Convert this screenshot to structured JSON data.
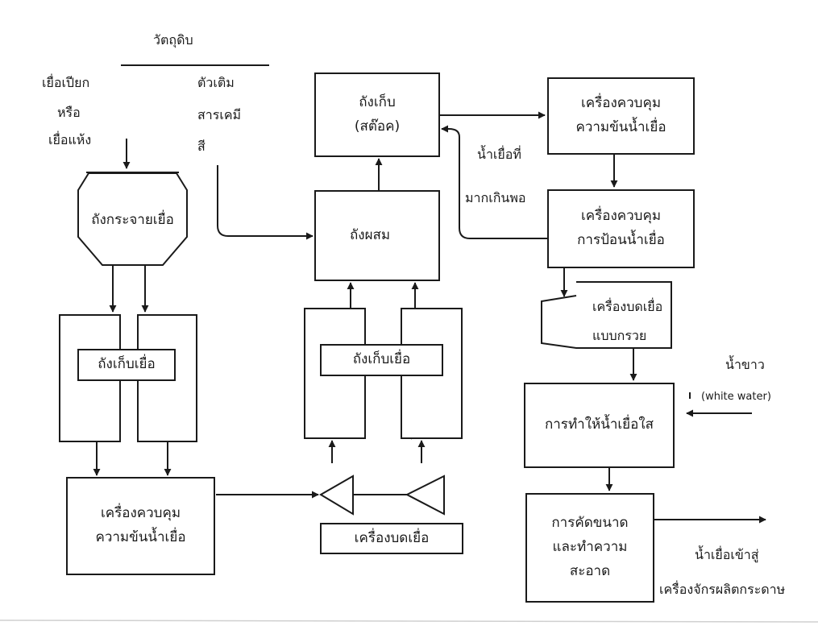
{
  "raw_material": {
    "title": "วัตถุดิบ",
    "wet_pulp": "เยื่อเปียก",
    "or": "หรือ",
    "dry_pulp": "เยื่อแห้ง",
    "filler": "ตัวเติม",
    "chemicals": "สารเคมี",
    "dye": "สี"
  },
  "pulper": "ถังกระจายเยื่อ",
  "storage_chest_left": "ถังเก็บเยื่อ",
  "consistency_left": {
    "line1": "เครื่องควบคุม",
    "line2": "ความข้นน้ำเยื่อ"
  },
  "refiner_label": "เครื่องบดเยื่อ",
  "storage_chest_mid": "ถังเก็บเยื่อ",
  "mixing_chest": "ถังผสม",
  "stock_chest": {
    "line1": "ถังเก็บ",
    "line2": "(สต๊อค)"
  },
  "consistency_right": {
    "line1": "เครื่องควบคุม",
    "line2": "ความข้นน้ำเยื่อ"
  },
  "overflow": {
    "line1": "น้ำเยื่อที่",
    "line2": "มากเกินพอ"
  },
  "feed_control": {
    "line1": "เครื่องควบคุม",
    "line2": "การป้อนน้ำเยื่อ"
  },
  "conical_refiner": {
    "line1": "เครื่องบดเยื่อ",
    "line2": "แบบกรวย"
  },
  "white_water": {
    "thai": "น้ำขาว",
    "english": "(white water)"
  },
  "clarification": "การทำให้น้ำเยื่อใส",
  "screening": {
    "line1": "การคัดขนาด",
    "line2": "และทำความ",
    "line3": "สะอาด"
  },
  "output": {
    "line1": "น้ำเยื่อเข้าสู่",
    "line2": "เครื่องจักรผลิตกระดาษ"
  }
}
